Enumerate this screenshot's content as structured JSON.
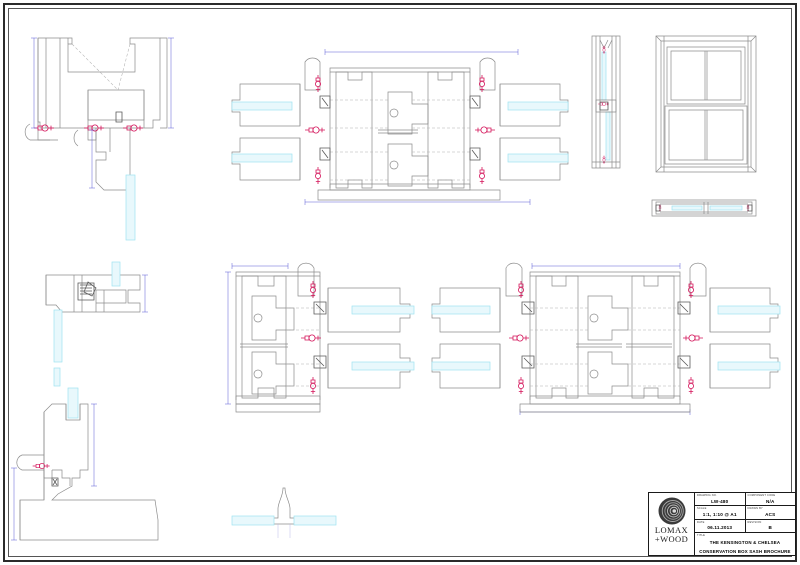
{
  "sheet": {
    "kind": "cad-technical-drawing",
    "colors": {
      "outline": "#8c8c8c",
      "outline_dark": "#5a5a5a",
      "dimension": "#5b5bd6",
      "hardware": "#d4145a",
      "glass": "#9fe3f0",
      "hidden": "#b0b0b0",
      "border": "#2b2b2b"
    }
  },
  "titleblock": {
    "logo": {
      "line1": "LOMAX",
      "line2": "+WOOD",
      "icon": "tree-rings-logo"
    },
    "fields": [
      {
        "label": "DRAWING No.",
        "value": "LW-480"
      },
      {
        "label": "COMPONENT CODE",
        "value": "N/A"
      },
      {
        "label": "SCALE",
        "value": "1:1, 1:10 @ A1"
      },
      {
        "label": "DRAWN BY",
        "value": "ACS"
      },
      {
        "label": "DATE",
        "value": "06.11.2013"
      },
      {
        "label": "REVISION",
        "value": "B"
      }
    ],
    "title": {
      "label": "TITLE",
      "line1": "THE KENSINGTON & CHELSEA",
      "line2": "CONSERVATION BOX SASH BROCHURE"
    }
  },
  "views": [
    {
      "name": "head-section-detail",
      "position": "top-left"
    },
    {
      "name": "meeting-rail-section-detail",
      "position": "middle-left"
    },
    {
      "name": "cill-section-detail",
      "position": "bottom-left"
    },
    {
      "name": "meeting-rail-plan-detail",
      "position": "top-centre"
    },
    {
      "name": "jamb-plan-detail",
      "position": "middle-centre"
    },
    {
      "name": "mullion-plan-detail",
      "position": "middle-right"
    },
    {
      "name": "glazing-bar-detail",
      "position": "bottom-centre"
    },
    {
      "name": "vertical-section-full-window",
      "position": "top-right-narrow"
    },
    {
      "name": "window-elevation-2-over-2",
      "position": "top-right"
    },
    {
      "name": "horizontal-section-full-window",
      "position": "right-below-elevation"
    }
  ]
}
